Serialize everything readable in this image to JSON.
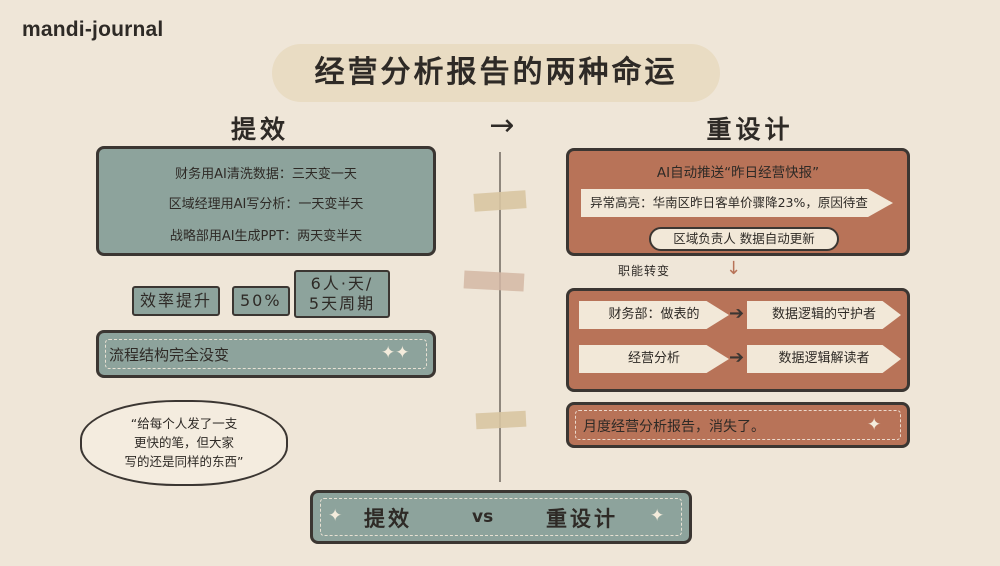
{
  "brand": "mandi-journal",
  "title": "经营分析报告的两种命运",
  "arrow": "→",
  "left": {
    "heading": "提效",
    "box_lines": [
      "财务用AI清洗数据：三天变一天",
      "区域经理用AI写分析：一天变半天",
      "战略部用AI生成PPT：两天变半天"
    ],
    "tag_efficiency": "效率提升",
    "tag_percent": "50%",
    "tag_period_1": "6人·天/",
    "tag_period_2": "5天周期",
    "structure_text": "流程结构完全没变",
    "quote_1": "“给每个人发了一支",
    "quote_2": "更快的笔，但大家",
    "quote_3": "写的还是同样的东西”"
  },
  "right": {
    "heading": "重设计",
    "push_title": "AI自动推送“昨日经营快报”",
    "alert_text": "异常高亮：华南区昨日客单价骤降23%，原因待查",
    "followup_text": "区域负责人 数据自动更新",
    "mid_label": "职能转变",
    "role1_from": "财务部：做表的",
    "role1_to": "数据逻辑的守护者",
    "role2_from": "经营分析",
    "role2_to": "数据逻辑解读者",
    "conclusion": "月度经营分析报告，消失了。"
  },
  "bottom": {
    "left": "提效",
    "vs": "vs",
    "right": "重设计"
  },
  "colors": {
    "background": "#efe6d8",
    "teal": "#8da39c",
    "rust": "#b87358",
    "ink": "#3b3632"
  }
}
